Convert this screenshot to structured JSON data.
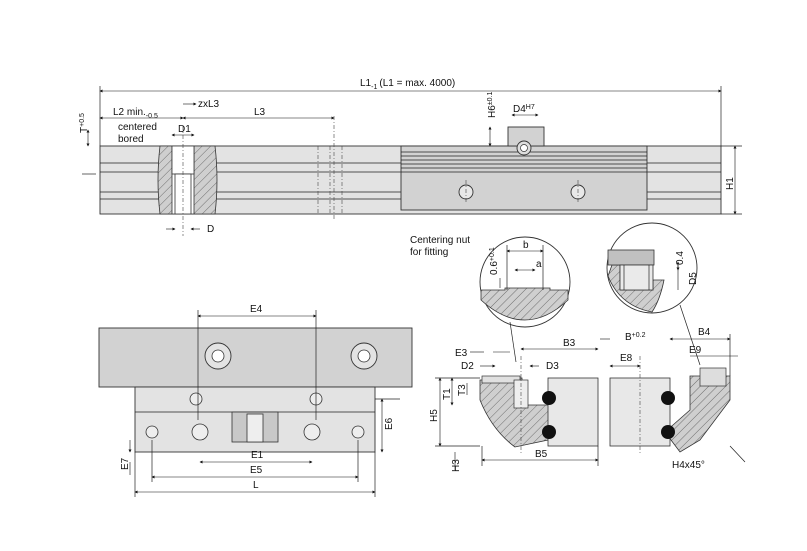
{
  "labels": {
    "l1": "L1",
    "l1_sub": "-1",
    "l1_rest": "(L1 = max. 4000)",
    "l2": "L2 min.",
    "l2_sub": "-0.5",
    "zxl3": "zxL3",
    "l3": "L3",
    "centered": "centered",
    "bored": "bored",
    "d1": "D1",
    "t": "T",
    "t_sup": "+0.5",
    "d": "D",
    "h6": "H6",
    "h6_sup": "±0.1",
    "d4": "D4",
    "d4_sup": "H7",
    "h1": "H1",
    "centering_nut": "Centering nut",
    "for_fitting": "for fitting",
    "b": "b",
    "a": "a",
    "zero6": "0.6",
    "zero6_sup": "+0.1",
    "zero4": "0.4",
    "d5": "D5",
    "e4": "E4",
    "e1": "E1",
    "e5": "E5",
    "l": "L",
    "e6": "E6",
    "e7": "E7",
    "e3": "E3",
    "d2": "D2",
    "d3": "D3",
    "b3": "B3",
    "t1": "T1",
    "t3": "T3",
    "h5": "H5",
    "h3": "H3",
    "b5": "B5",
    "bplus": "B",
    "bplus_sup": "+0.2",
    "e8": "E8",
    "b4": "B4",
    "e9": "E9",
    "h4": "H4x45°"
  }
}
